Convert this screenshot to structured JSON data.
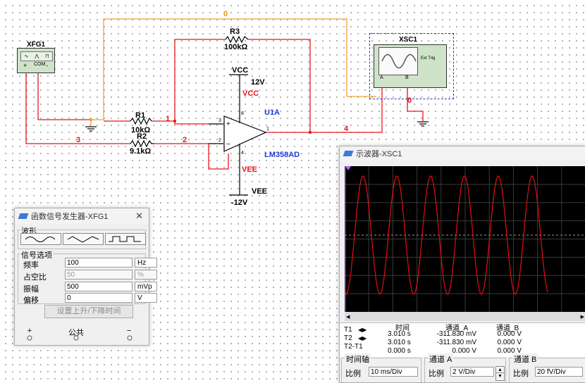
{
  "schematic": {
    "xfg": {
      "label": "XFG1",
      "terminals": [
        "+",
        "COM",
        "-"
      ]
    },
    "xsc": {
      "label": "XSC1",
      "ext_trig": "Ext Trig",
      "ch_a": "A",
      "ch_b": "B"
    },
    "r1": {
      "name": "R1",
      "value": "10kΩ"
    },
    "r2": {
      "name": "R2",
      "value": "9.1kΩ"
    },
    "r3": {
      "name": "R3",
      "value": "100kΩ"
    },
    "opamp": {
      "name": "U1A",
      "model": "LM358AD",
      "pin_plus": "3",
      "pin_minus": "2",
      "pin_out": "1",
      "pin_vcc": "8",
      "pin_vee": "4"
    },
    "vcc": {
      "name": "VCC",
      "value": "12V",
      "net": "VCC"
    },
    "vee": {
      "name": "VEE",
      "value": "-12V",
      "net": "VEE"
    },
    "nets": {
      "n0": "0",
      "n0b": "0",
      "n1": "1",
      "n2": "2",
      "n3": "3",
      "n4": "4"
    },
    "colors": {
      "wire_red": "#e8161d",
      "wire_orange": "#f0a030",
      "label_blue": "#1f3ad6",
      "scope_trace": "#e01010"
    }
  },
  "fg_panel": {
    "title": "函数信号发生器-XFG1",
    "close": "✕",
    "waveform_group": "波形",
    "waveforms": [
      "sine-icon",
      "triangle-icon",
      "square-icon"
    ],
    "options_group": "信号选项",
    "rows": [
      {
        "label": "频率",
        "value": "100",
        "unit": "Hz",
        "disabled": false
      },
      {
        "label": "占空比",
        "value": "50",
        "unit": "%",
        "disabled": true
      },
      {
        "label": "振幅",
        "value": "500",
        "unit": "mVp",
        "disabled": false
      },
      {
        "label": "偏移",
        "value": "0",
        "unit": "V",
        "disabled": false
      }
    ],
    "rise_fall_button": "设置上升/下降时间",
    "terminals": {
      "plus": "+",
      "common": "公共",
      "minus": "−"
    }
  },
  "osc_panel": {
    "title": "示波器-XSC1",
    "measure_headers": {
      "time": "时间",
      "ch_a": "通道_A",
      "ch_b": "通道_B"
    },
    "rows": [
      {
        "label": "T1",
        "time": "3.010 s",
        "a": "-311.830 mV",
        "b": "0.000 V"
      },
      {
        "label": "T2",
        "time": "3.010 s",
        "a": "-311.830 mV",
        "b": "0.000 V"
      },
      {
        "label": "T2-T1",
        "time": "0.000 s",
        "a": "0.000 V",
        "b": "0.000 V"
      }
    ],
    "timebase": {
      "group": "时间轴",
      "scale_label": "比例",
      "scale": "10 ms/Div"
    },
    "channel_a": {
      "group": "通道 A",
      "scale_label": "比例",
      "scale": "2  V/Div"
    },
    "channel_b": {
      "group": "通道 B",
      "scale_label": "比例",
      "scale": "20 fV/Div"
    }
  }
}
